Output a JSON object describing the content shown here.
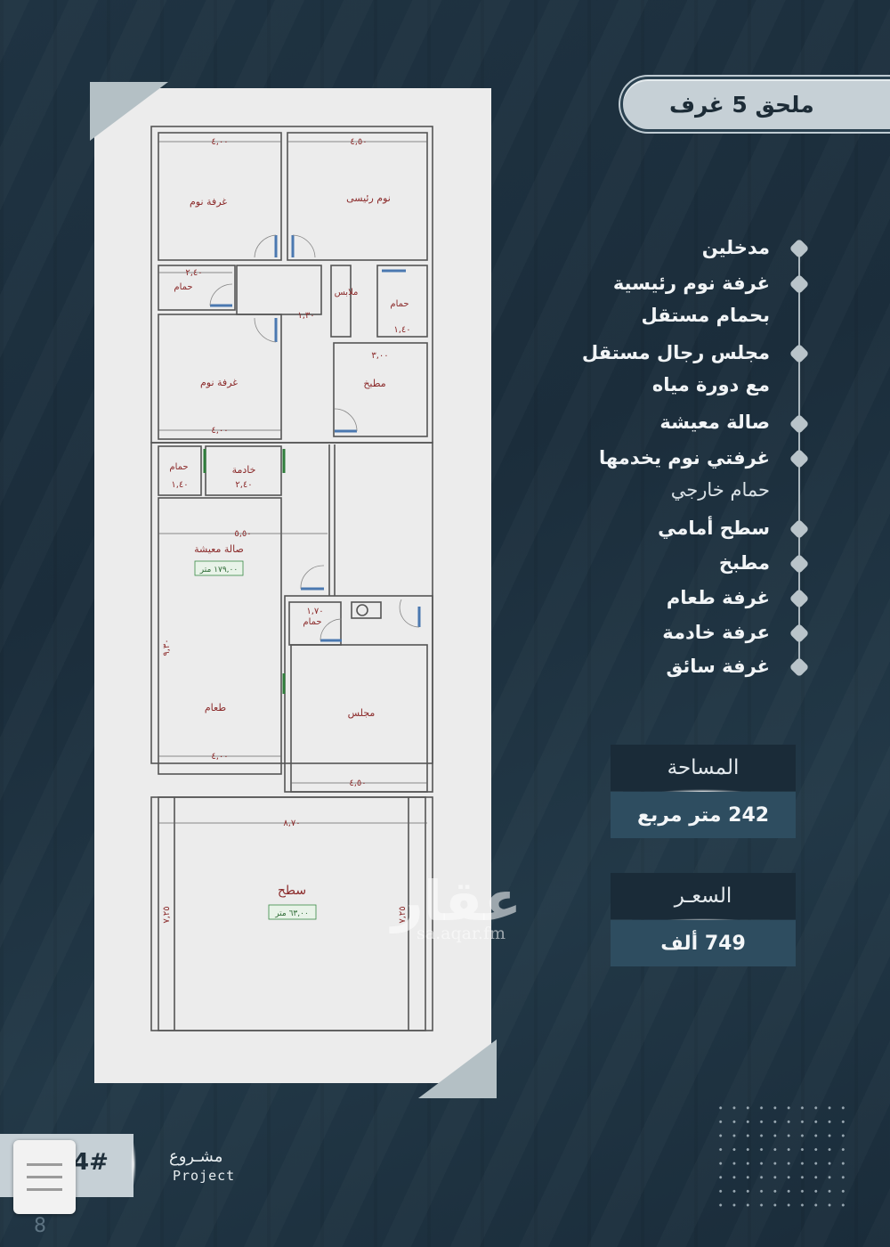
{
  "header": {
    "title": "ملحق 5 غرف"
  },
  "features": [
    {
      "line1": "مدخلين"
    },
    {
      "line1": "غرفة نوم رئيسية",
      "line2": "بحمام مستقل"
    },
    {
      "line1": "مجلس رجال مستقل",
      "line2": "مع دورة مياه"
    },
    {
      "line1": "صالة معيشة"
    },
    {
      "line1": "غرفتي نوم يخدمها",
      "line2": "حمام خارجي"
    },
    {
      "line1": "سطح أمامي"
    },
    {
      "line1": "مطبخ"
    },
    {
      "line1": "غرفة طعام"
    },
    {
      "line1": "عرفة خادمة"
    },
    {
      "line1": "غرفة سائق"
    }
  ],
  "area": {
    "label": "المساحة",
    "value": "242  متر مربع"
  },
  "price": {
    "label": "السعـر",
    "value": "749 ألف"
  },
  "floor_plan": {
    "rooms": {
      "bedroom_1": "غرفة نوم",
      "master_bedroom": "نوم رئيسى",
      "bath_1": "حمام",
      "dressing": "ملابس",
      "bath_master": "حمام",
      "bedroom_2": "غرفة نوم",
      "kitchen": "مطبخ",
      "bath_2": "حمام",
      "maid": "خادمة",
      "living": "صالة معيشة",
      "living_area": "١٧٩,٠٠ متر",
      "bath_majlis": "حمام",
      "dining": "طعام",
      "majlis": "مجلس",
      "roof": "سطح",
      "roof_area": "٦٣,٠٠ متر"
    },
    "dimensions": {
      "bedroom_1_w": "٤,٠٠",
      "master_w": "٤,٥٠",
      "bath_1_w": "٢,٤٠",
      "corridor_w": "١,٣٠",
      "bath_master_w": "١,٤٠",
      "kitchen_w": "٣,٠٠",
      "bedroom_2_w": "٤,٠٠",
      "bath_2_w": "١,٤٠",
      "maid_w": "٢,٤٠",
      "living_w": "٥,٥٠",
      "bath_majlis_w": "١,٧٠",
      "dining_w": "٤,٠٠",
      "majlis_w": "٤,٥٠",
      "roof_w": "٨,٧٠",
      "roof_h": "٧,٢٥",
      "side_h": "٩,٣٠"
    }
  },
  "watermark": {
    "logo": "عقار",
    "url": "sa.aqar.fm"
  },
  "footer": {
    "project_number": "4#",
    "project_ar": "مشـروع",
    "project_en": "Project",
    "page_number": "8"
  }
}
